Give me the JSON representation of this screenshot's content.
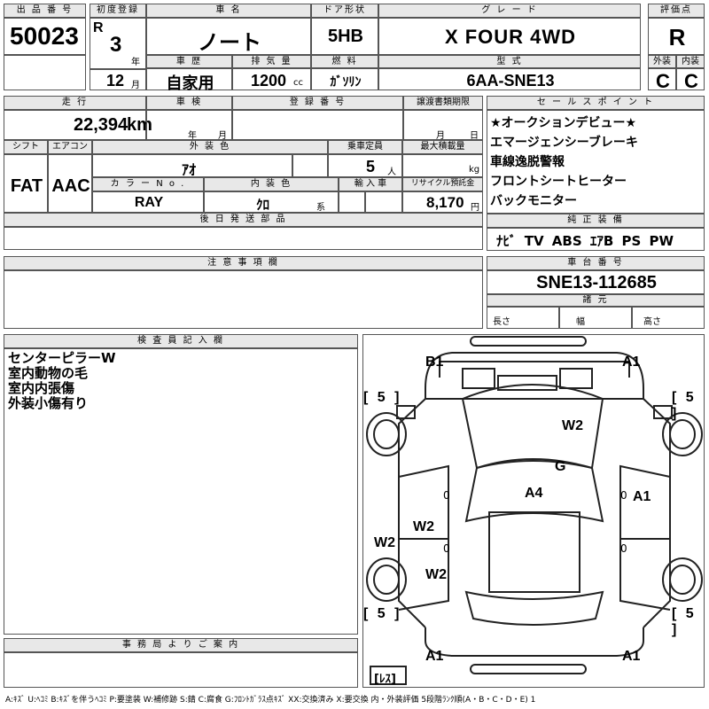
{
  "top": {
    "lot_label": "出 品 番 号",
    "lot_no": "50023",
    "first_reg_label": "初度登録",
    "era": "R",
    "year": "3",
    "year_unit": "年",
    "month": "12",
    "month_unit": "月",
    "car_name_label": "車 名",
    "car_name": "ノート",
    "door_label": "ドア形状",
    "door": "5HB",
    "grade_label": "グ レ ー ド",
    "grade": "X FOUR 4WD",
    "score_label": "評価点",
    "score": "R",
    "history_label": "車 歴",
    "history": "自家用",
    "displacement_label": "排 気 量",
    "displacement": "1200",
    "displacement_unit": "cc",
    "fuel_label": "燃 料",
    "fuel": "ｶﾞｿﾘﾝ",
    "model_label": "型 式",
    "model": "6AA-SNE13",
    "exterior_label": "外装",
    "interior_label": "内装",
    "exterior": "C",
    "interior": "C"
  },
  "row2": {
    "mileage_label": "走 行",
    "mileage": "22,394",
    "mileage_unit": "km",
    "inspection_label": "車 検",
    "inspection_year_unit": "年",
    "inspection_month_unit": "月",
    "plate_label": "登 録 番 号",
    "transfer_label": "譲渡書類期限",
    "transfer_month_unit": "月",
    "transfer_day_unit": "日",
    "shift_label": "シフト",
    "shift": "FAT",
    "ac_label": "エアコン",
    "ac": "AAC",
    "color_label": "外 装 色",
    "color": "ｱｵ",
    "capacity_label": "乗車定員",
    "capacity": "5",
    "capacity_unit": "人",
    "load_label": "最大積載量",
    "load_unit": "kg",
    "color_no_label": "カ ラ ー N o .",
    "color_no": "RAY",
    "int_color_label": "内 装 色",
    "int_color": "ｸﾛ",
    "int_color_suffix": "系",
    "import_label": "輸 入 車",
    "recycle_label": "リサイクル預託金",
    "recycle": "8,170",
    "recycle_unit": "円",
    "later_parts_label": "後 日 発 送 部 品"
  },
  "sales": {
    "label": "セ ー ル ス ポ イ ン ト",
    "points": [
      "★オークションデビュー★",
      "エマージェンシーブレーキ",
      "車線逸脱警報",
      "フロントシートヒーター",
      "バックモニター"
    ],
    "equipment_label": "純 正 装 備",
    "equipment": "ﾅﾋﾞ TV ABS ｴｱB PS PW"
  },
  "notes": {
    "caution_label": "注 意 事 項 欄",
    "chassis_label": "車 台 番 号",
    "chassis": "SNE13-112685",
    "dims_label": "諸 元",
    "length_label": "長さ",
    "width_label": "幅",
    "height_label": "高さ"
  },
  "inspector": {
    "label": "検 査 員 記 入 欄",
    "lines": [
      "センターピラーW",
      "室内動物の毛",
      "室内内張傷",
      "外装小傷有り"
    ]
  },
  "office": {
    "label": "事 務 局 よ り ご 案 内"
  },
  "diagram": {
    "b1": "B1",
    "a1_fl": "A1",
    "w2_hood": "W2",
    "g": "G",
    "a4": "A4",
    "a1_right": "A1",
    "w2_left_door": "W2",
    "w2_left_side": "W2",
    "w2_left_rear": "W2",
    "zero1": "0",
    "zero2": "0",
    "zero3": "0",
    "zero4": "0",
    "a1_rear_l": "A1",
    "a1_rear_r": "A1",
    "tire_fl": "[ 5 ]",
    "tire_fr": "[ 5 ]",
    "tire_rl": "[ 5 ]",
    "tire_rr": "[ 5 ]",
    "spare": "[ﾚｽ]"
  },
  "legend": "A:ｷｽﾞ U:ﾍｺﾐ B:ｷｽﾞを伴うﾍｺﾐ P:要塗装 W:補修跡 S:錆 C:腐食 G:ﾌﾛﾝﾄｶﾞﾗｽ点ｷｽﾞ XX:交換済み X:要交換 内・外装評価 5段階ﾗﾝｸ順(A・B・C・D・E) 1"
}
